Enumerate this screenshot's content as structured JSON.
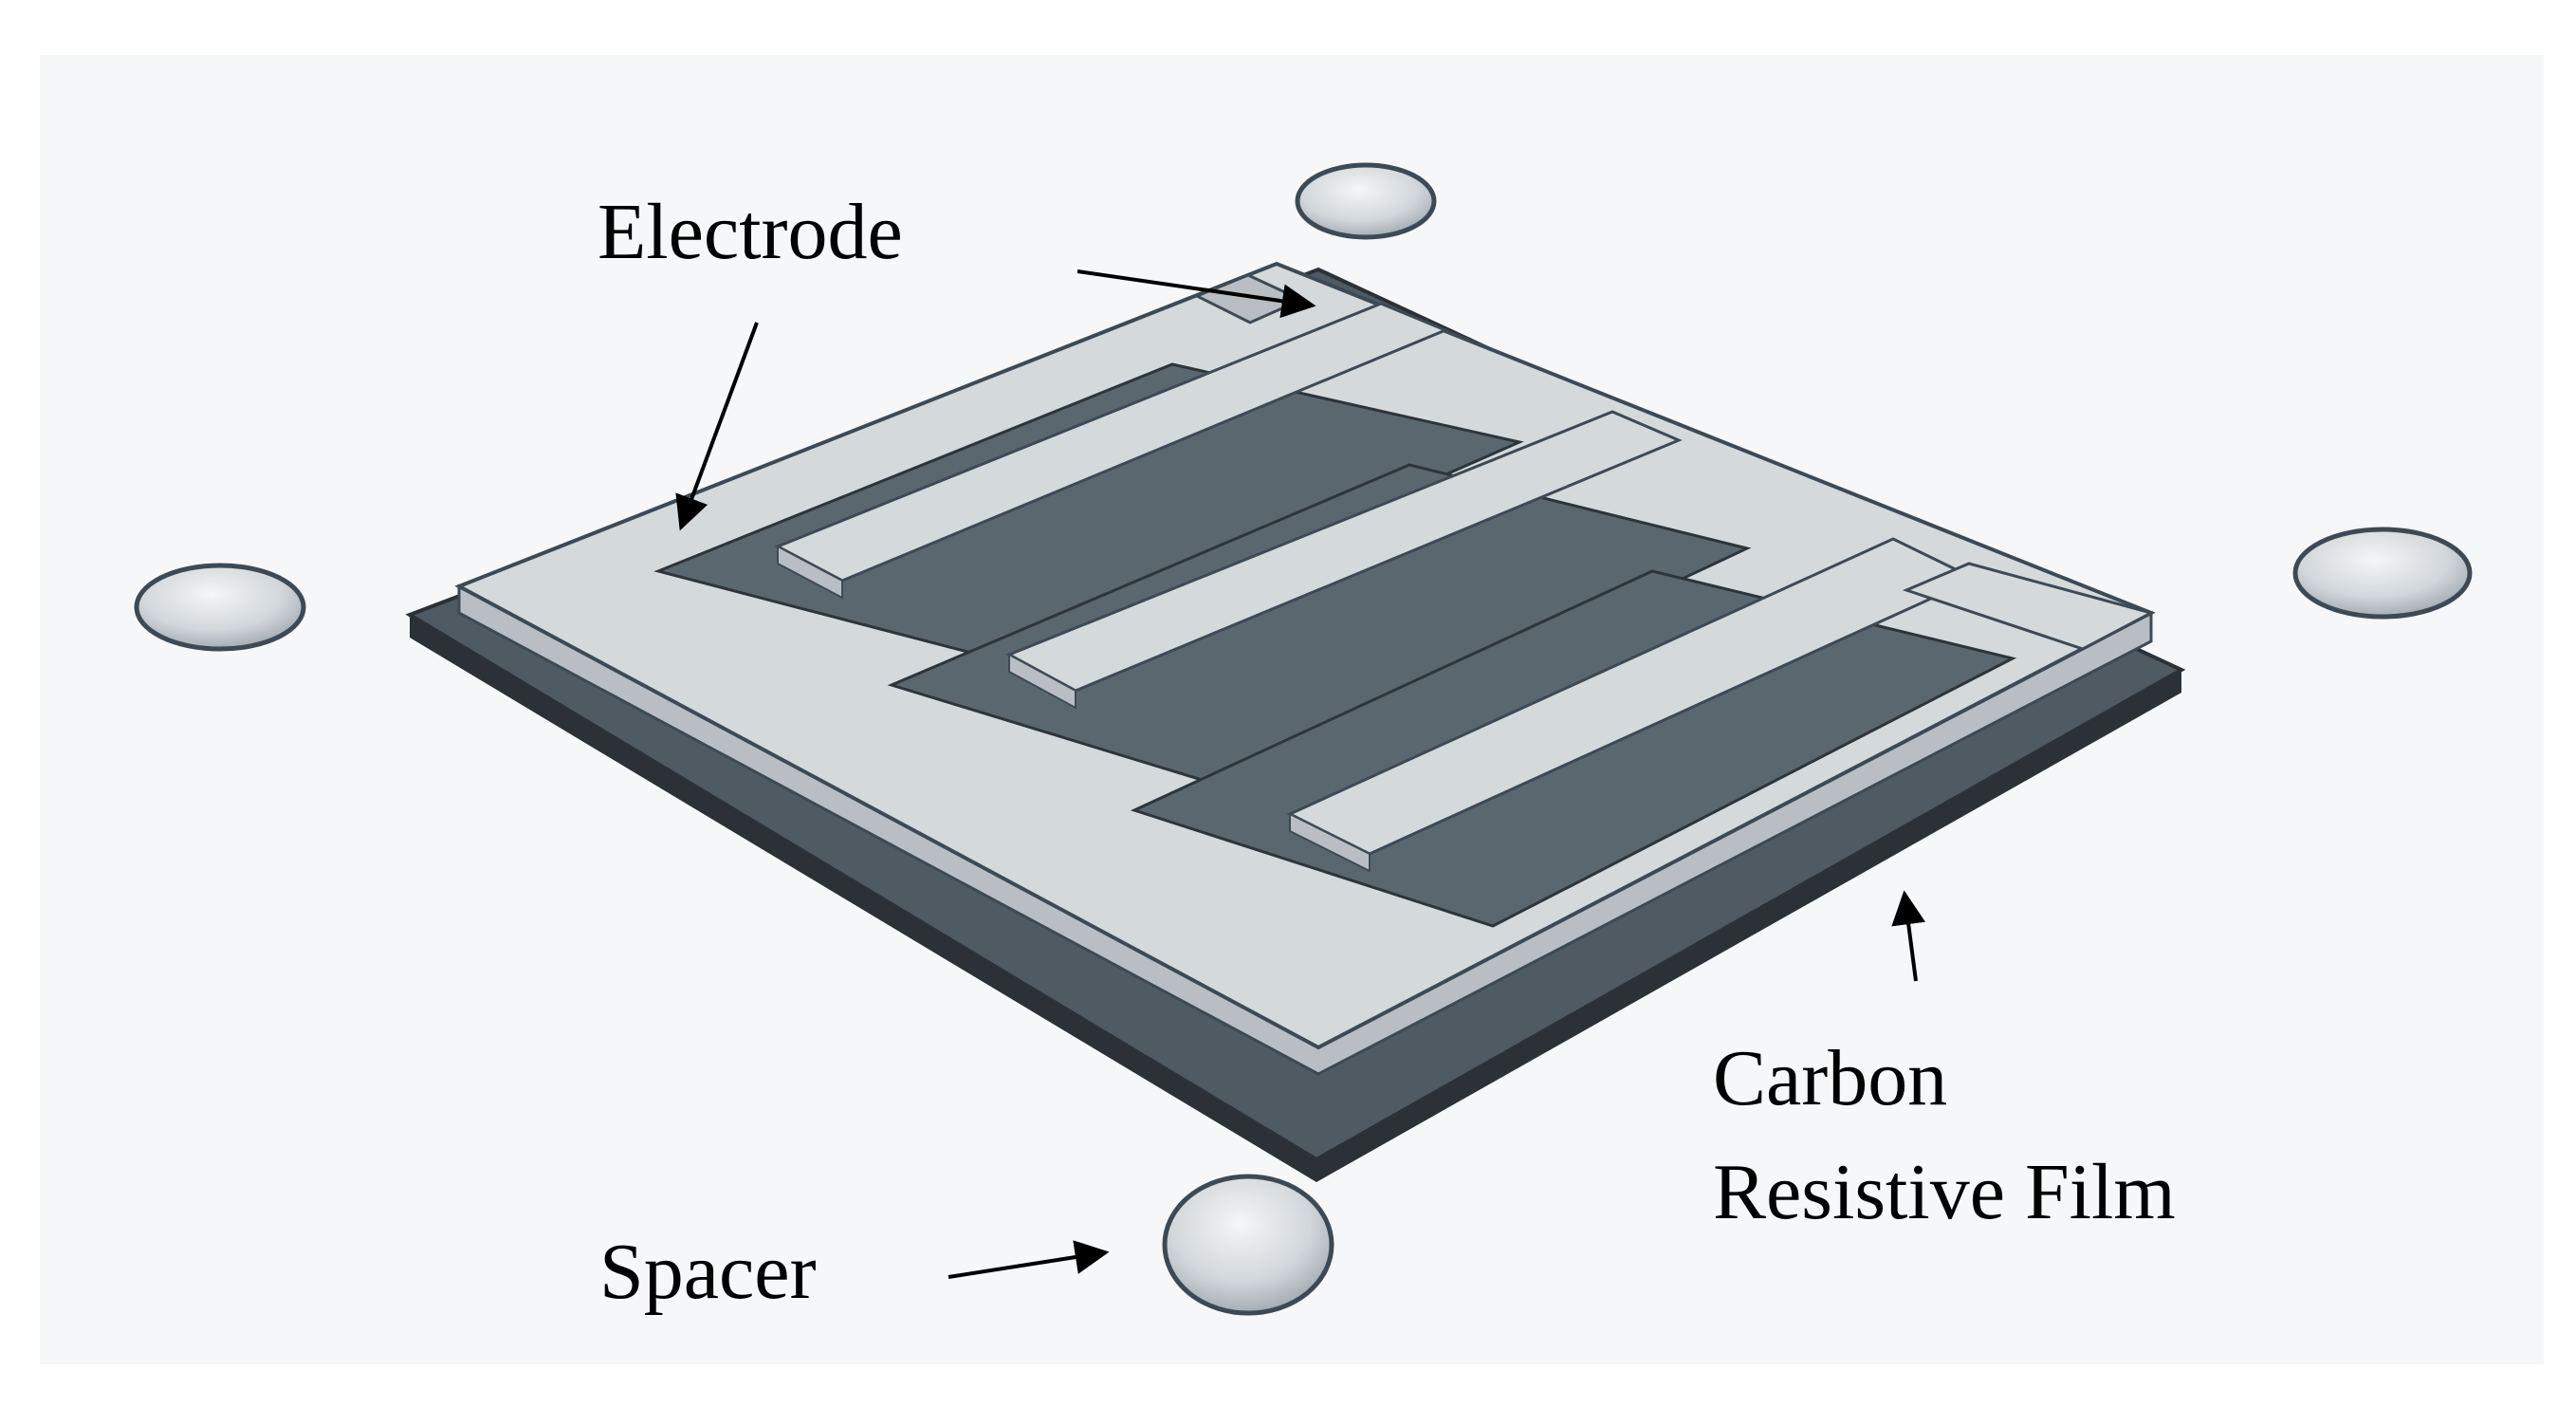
{
  "labels": {
    "electrode": "Electrode",
    "carbon_line1": "Carbon",
    "carbon_line2": "Resistive Film",
    "spacer": "Spacer"
  },
  "colors": {
    "background": "#f6f7f8",
    "electrode_top": "#d4d9dc",
    "electrode_side": "#b8bec3",
    "film_top": "#4f5a62",
    "film_gap": "#5b676f",
    "film_edge": "#2b3136",
    "outline": "#3d4a55",
    "spacer_fill": "#d2d7db",
    "text": "#000000"
  }
}
